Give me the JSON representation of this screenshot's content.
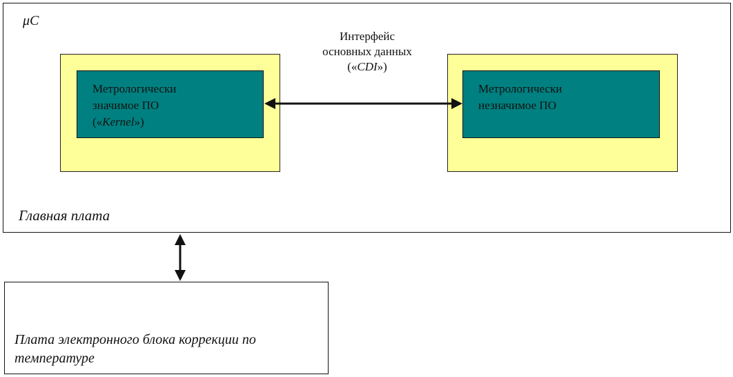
{
  "main_board": {
    "processor_label": "μC",
    "label": "Главная плата"
  },
  "kernel_box": {
    "line1": "Метрологически",
    "line2": "значимое ПО",
    "line3_open": "(«",
    "line3_name": "Kernel",
    "line3_close": "»)"
  },
  "interface": {
    "line1": "Интерфейс",
    "line2": "основных данных",
    "line3_open": "(«",
    "line3_name": "CDI",
    "line3_close": "»)"
  },
  "nonsignificant_box": {
    "line1": "Метрологически",
    "line2": "незначимое ПО"
  },
  "correction_board": {
    "line1": "Плата электронного блока коррекции по",
    "line2": "температуре"
  },
  "colors": {
    "outer_yellow": "#ffff99",
    "inner_teal": "#008080",
    "line": "#111111"
  }
}
